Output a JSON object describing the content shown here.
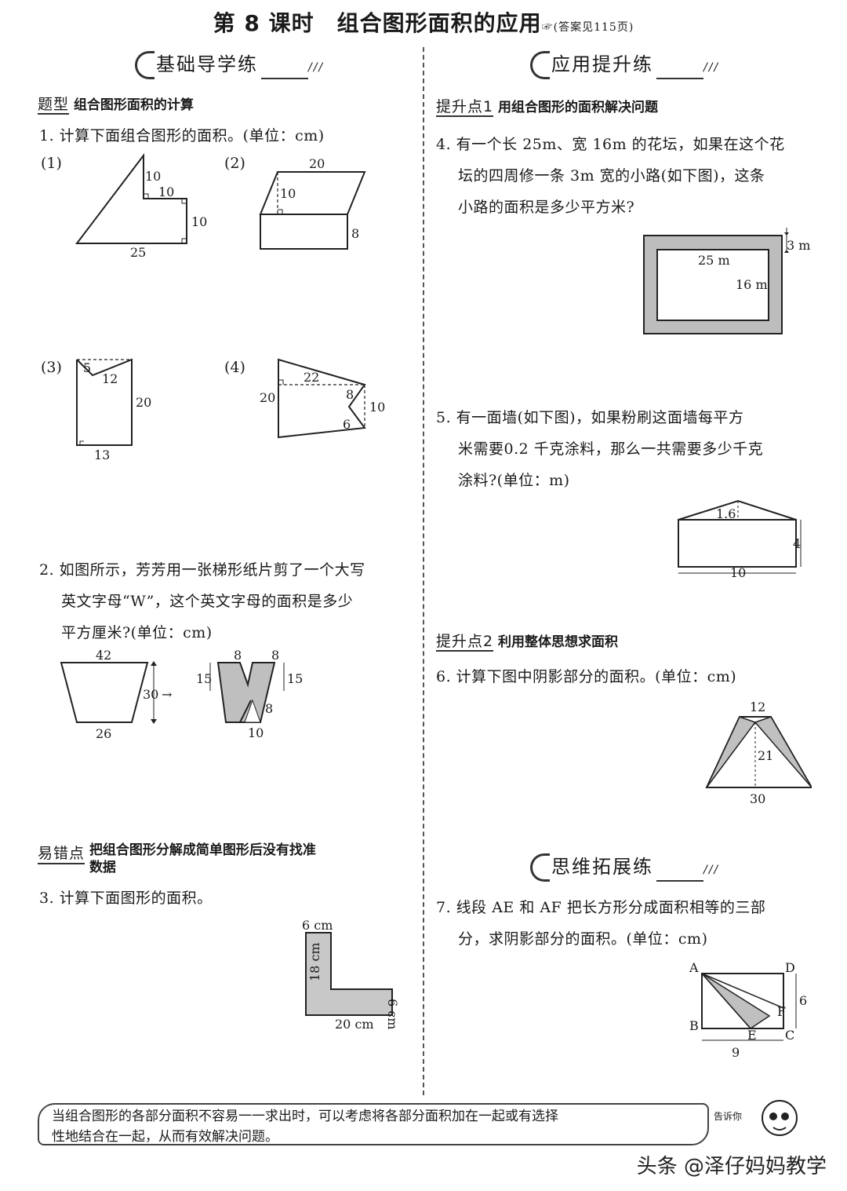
{
  "header": {
    "title": "第 8 课时　组合图形面积的应用",
    "note": "☞(答案见115页)"
  },
  "left": {
    "section": "基础导学练",
    "tag1": {
      "icon": "题型",
      "text": "组合图形面积的计算"
    },
    "q1": {
      "text": "1. 计算下面组合图形的面积。(单位：cm)",
      "labels": [
        "(1)",
        "(2)",
        "(3)",
        "(4)"
      ],
      "f1": [
        "10",
        "10",
        "10",
        "25"
      ],
      "f2": [
        "20",
        "10",
        "8"
      ],
      "f3": [
        "5",
        "12",
        "20",
        "13"
      ],
      "f4": [
        "22",
        "20",
        "8",
        "10",
        "6"
      ]
    },
    "q2": {
      "lines": [
        "2. 如图所示，芳芳用一张梯形纸片剪了一个大写",
        "英文字母“W”，这个英文字母的面积是多少",
        "平方厘米?(单位：cm)"
      ],
      "trap": [
        "42",
        "30",
        "26"
      ],
      "w": [
        "8",
        "8",
        "15",
        "15",
        "8",
        "10"
      ]
    },
    "tag2": {
      "icon": "易错点",
      "lines": [
        "把组合图形分解成简单图形后没有找准",
        "数据"
      ]
    },
    "q3": {
      "text": "3. 计算下面图形的面积。",
      "labels": [
        "6 cm",
        "18 cm",
        "6 cm",
        "20 cm"
      ]
    }
  },
  "right": {
    "section": "应用提升练",
    "tag1": {
      "icon": "提升点1",
      "text": "用组合图形的面积解决问题"
    },
    "q4": {
      "lines": [
        "4. 有一个长 25m、宽 16m 的花坛，如果在这个花",
        "坛的四周修一条 3m 宽的小路(如下图)，这条",
        "小路的面积是多少平方米?"
      ],
      "labels": [
        "3 m",
        "25 m",
        "16 m"
      ]
    },
    "q5": {
      "lines": [
        "5. 有一面墙(如下图)，如果粉刷这面墙每平方",
        "米需要0.2 千克涂料，那么一共需要多少千克",
        "涂料?(单位：m)"
      ],
      "labels": [
        "1.6",
        "4",
        "10"
      ]
    },
    "tag2": {
      "icon": "提升点2",
      "text": "利用整体思想求面积"
    },
    "q6": {
      "text": "6. 计算下图中阴影部分的面积。(单位：cm)",
      "labels": [
        "12",
        "21",
        "30"
      ]
    },
    "section2": "思维拓展练",
    "q7": {
      "lines": [
        "7. 线段 AE 和 AF 把长方形分成面积相等的三部",
        "分，求阴影部分的面积。(单位：cm)"
      ],
      "labels": [
        "A",
        "D",
        "B",
        "C",
        "E",
        "F",
        "6",
        "9"
      ]
    }
  },
  "tip": {
    "lines": [
      "当组合图形的各部分面积不容易一一求出时，可以考虑将各部分面积加在一起或有选择",
      "性地结合在一起，从而有效解决问题。"
    ],
    "badge": "告诉你"
  },
  "watermark": "头条 @泽仔妈妈教学"
}
